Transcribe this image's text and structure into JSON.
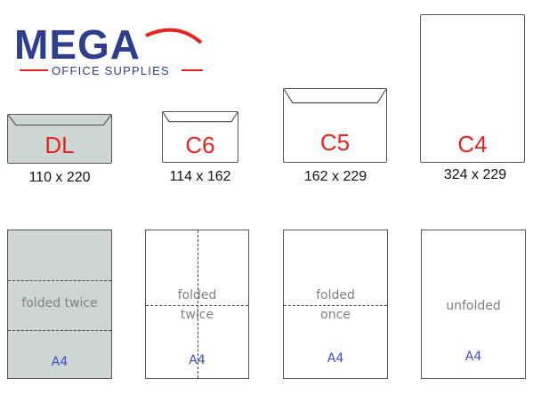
{
  "logo": {
    "word": "MEGA",
    "tagline": "OFFICE SUPPLIES",
    "primary_color": "#2c3e8c",
    "accent_color": "#e8231f"
  },
  "envelopes": [
    {
      "name": "DL",
      "size": "110 x 220"
    },
    {
      "name": "C6",
      "size": "114 x 162"
    },
    {
      "name": "C5",
      "size": "162 x 229"
    },
    {
      "name": "C4",
      "size": "324 x 229"
    }
  ],
  "sheets": [
    {
      "fold_label": "folded twice",
      "paper": "A4"
    },
    {
      "fold_label_line1": "folded",
      "fold_label_line2": "twice",
      "paper": "A4"
    },
    {
      "fold_label_line1": "folded",
      "fold_label_line2": "once",
      "paper": "A4"
    },
    {
      "fold_label": "unfolded",
      "paper": "A4"
    }
  ],
  "colors": {
    "envelope_fill_dl": "#cdd6d3",
    "sheet_fill_dl": "#cdd6d3",
    "envelope_label": "#e8231f",
    "paper_label": "#3a4ccc"
  }
}
